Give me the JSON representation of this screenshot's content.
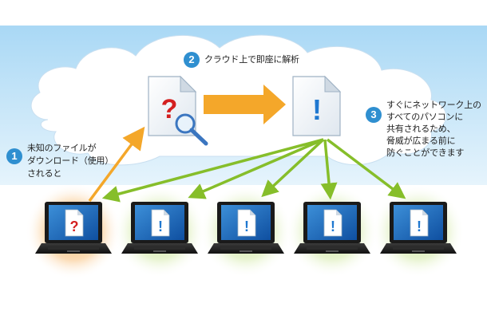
{
  "steps": [
    {
      "number": "1",
      "lines": [
        "未知のファイルが",
        "ダウンロード（使用）",
        "されると"
      ]
    },
    {
      "number": "2",
      "lines": [
        "クラウド上で即座に解析"
      ]
    },
    {
      "number": "3",
      "lines": [
        "すぐにネットワーク上の",
        "すべてのパソコンに",
        "共有されるため、",
        "脅威が広まる前に",
        "防ぐことができます"
      ]
    }
  ],
  "file_icons": {
    "unknown_glyph": "?",
    "threat_glyph": "!"
  },
  "laptops": [
    {
      "glyph": "?",
      "status": "infected"
    },
    {
      "glyph": "!",
      "status": "protected"
    },
    {
      "glyph": "!",
      "status": "protected"
    },
    {
      "glyph": "!",
      "status": "protected"
    },
    {
      "glyph": "!",
      "status": "protected"
    }
  ],
  "colors": {
    "sky": "#cfe8f8",
    "accent_blue": "#2f8fd0",
    "arrow_orange": "#f4a72a",
    "arrow_green": "#86be2a",
    "question_red": "#d42020",
    "exclaim_blue": "#1f78d0",
    "glow_orange": "#f7a64a",
    "glow_green": "#b7dc7a"
  }
}
